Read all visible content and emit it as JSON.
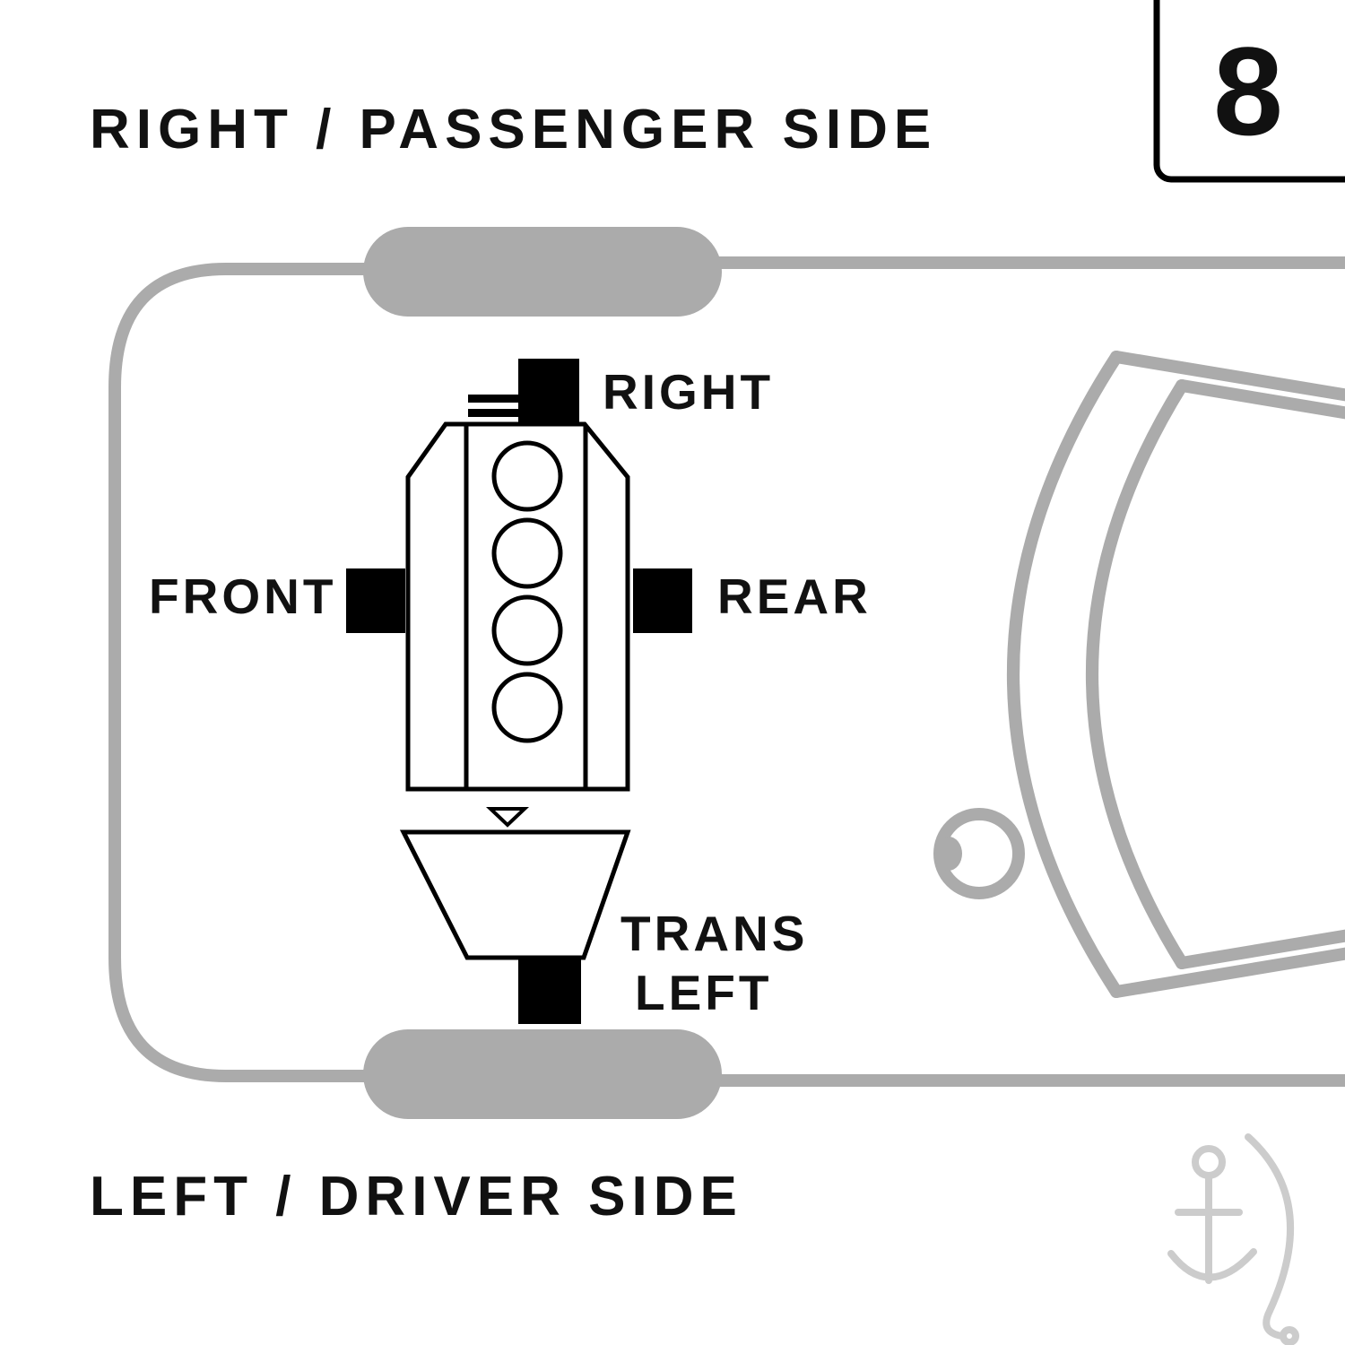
{
  "page": {
    "top_label": "RIGHT / PASSENGER SIDE",
    "bottom_label": "LEFT / DRIVER SIDE",
    "page_number": "8"
  },
  "diagram": {
    "type": "engine-mount-location-diagram",
    "mount_labels": {
      "right": "RIGHT",
      "front": "FRONT",
      "rear": "REAR",
      "trans_line1": "TRANS",
      "trans_line2": "LEFT"
    },
    "colors": {
      "vehicle_outline_gray": "#ababab",
      "mount_black": "#000000",
      "text_black": "#111111",
      "watermark_gray": "#cccccc",
      "background": "#ffffff"
    },
    "icons": {
      "watermark": "anchor-logo-icon"
    }
  }
}
